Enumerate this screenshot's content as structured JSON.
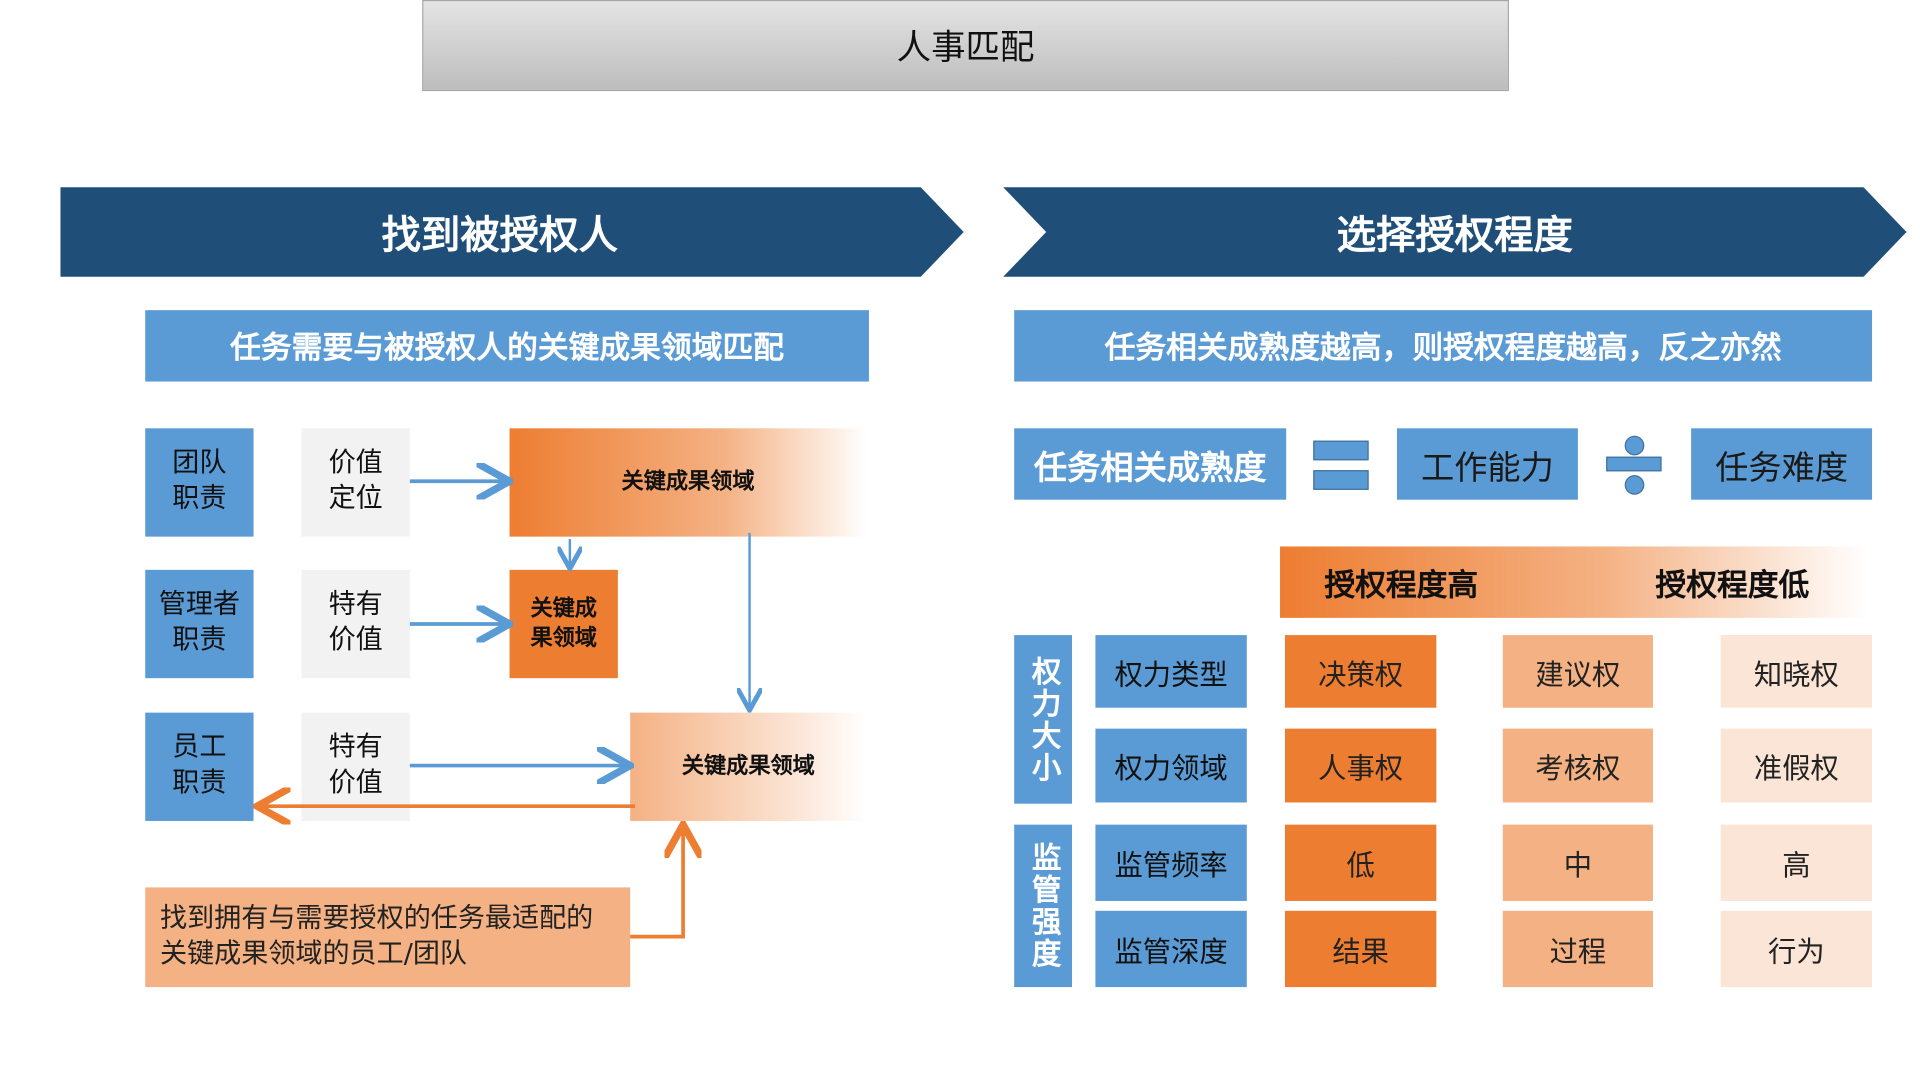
{
  "title": "人事匹配",
  "left": {
    "header": "找到被授权人",
    "subtitle": "任务需要与被授权人的关键成果领域匹配",
    "rows": [
      {
        "role": "团队职责",
        "value": "价值定位"
      },
      {
        "role": "管理者职责",
        "value": "特有价值"
      },
      {
        "role": "员工职责",
        "value": "特有价值"
      }
    ],
    "kra_large": "关键成果领域",
    "kra_small": "关键成果领域",
    "kra_bottom": "关键成果领域",
    "note": "找到拥有与需要授权的任务最适配的关键成果领域的员工/团队"
  },
  "right": {
    "header": "选择授权程度",
    "subtitle": "任务相关成熟度越高，则授权程度越高，反之亦然",
    "formula": {
      "lhs": "任务相关成熟度",
      "a": "工作能力",
      "b": "任务难度"
    },
    "scale_high": "授权程度高",
    "scale_low": "授权程度低",
    "groups": [
      {
        "label": "权力大小",
        "rows": [
          {
            "label": "权力类型",
            "values": [
              "决策权",
              "建议权",
              "知晓权"
            ]
          },
          {
            "label": "权力领域",
            "values": [
              "人事权",
              "考核权",
              "准假权"
            ]
          }
        ]
      },
      {
        "label": "监管强度",
        "rows": [
          {
            "label": "监管频率",
            "values": [
              "低",
              "中",
              "高"
            ]
          },
          {
            "label": "监管深度",
            "values": [
              "结果",
              "过程",
              "行为"
            ]
          }
        ]
      }
    ]
  },
  "colors": {
    "dark_blue": "#1f4e79",
    "blue": "#5b9bd5",
    "orange": "#ed7d31",
    "light_orange": "#f4b183",
    "pale_orange": "#fbe5d6"
  }
}
